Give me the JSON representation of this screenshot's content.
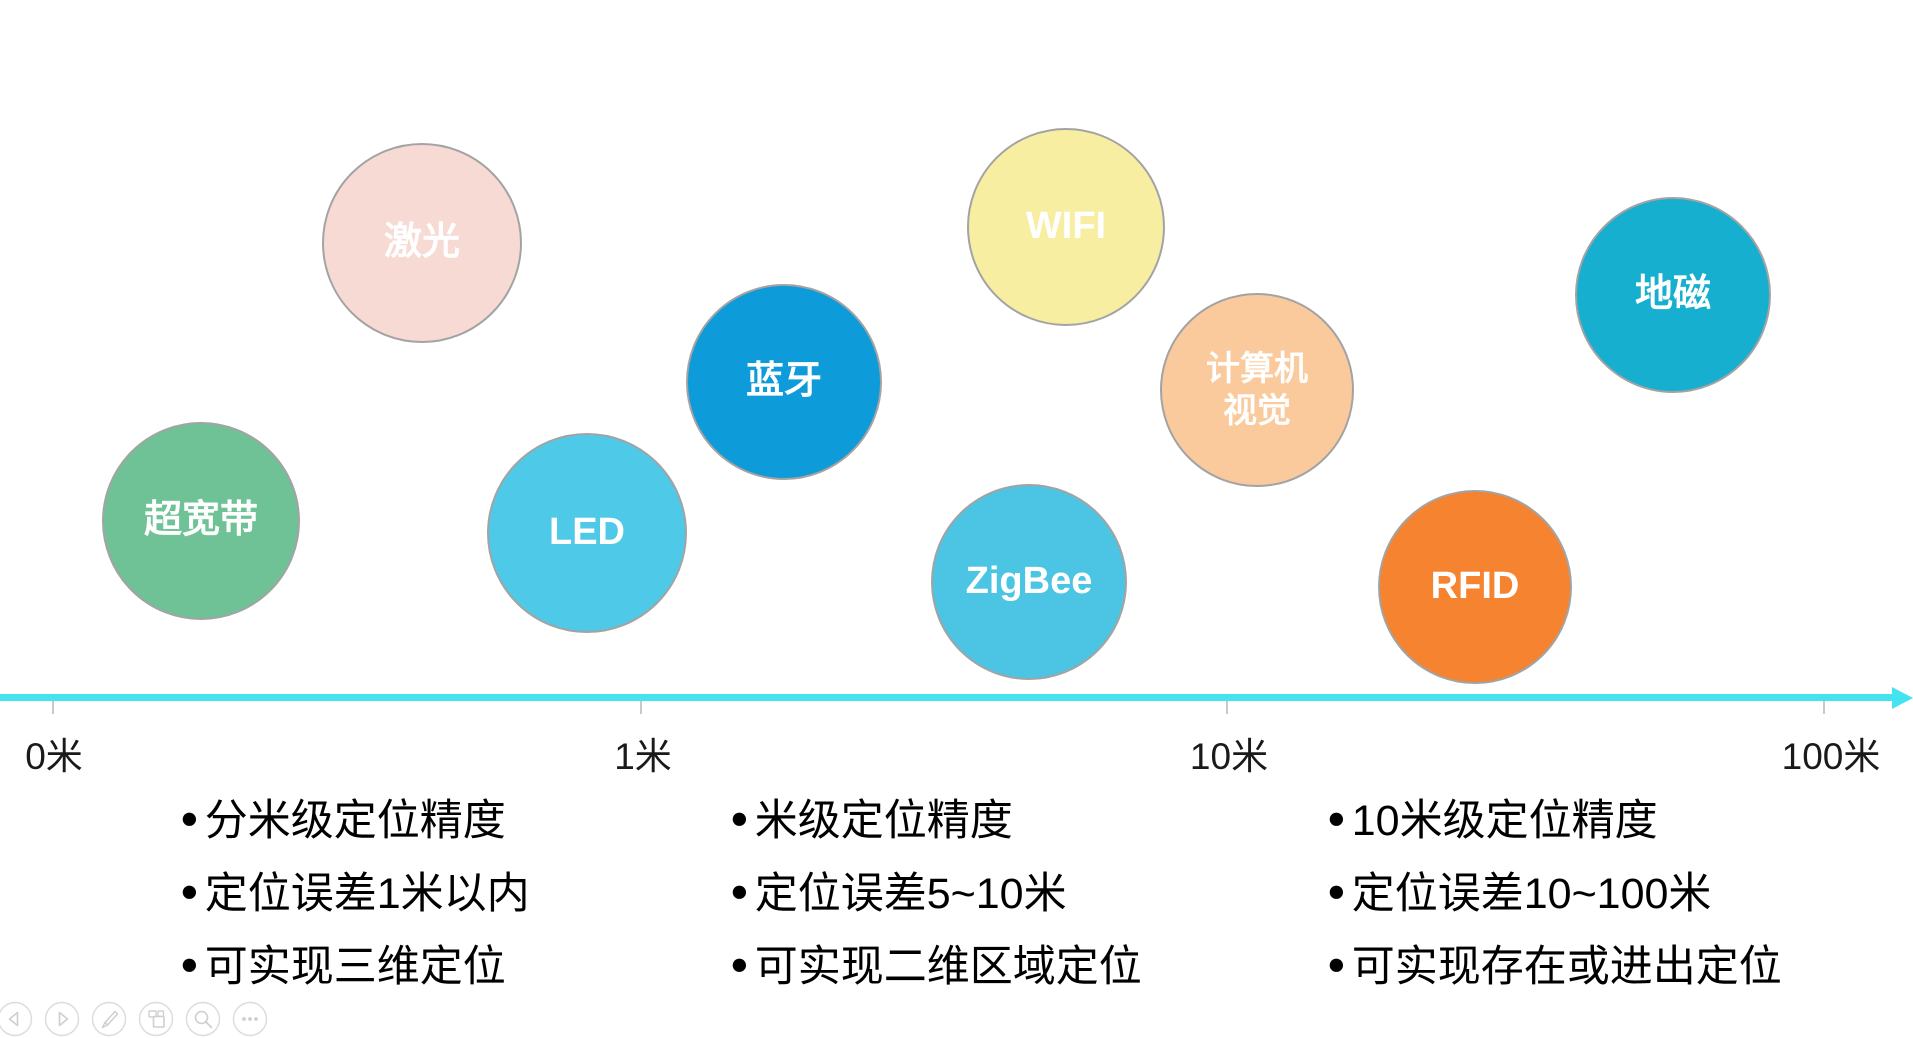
{
  "bubbles": [
    {
      "name": "laser",
      "label": "激光",
      "fill": "#F8DAD5",
      "border": "#A3A3A3",
      "text_color": "#FFFFFF"
    },
    {
      "name": "uwb",
      "label": "超宽带",
      "fill": "#6FC295",
      "border": "#A3A3A3",
      "text_color": "#FFFFFF"
    },
    {
      "name": "led",
      "label": "LED",
      "fill": "#4FC9E8",
      "border": "#A3A3A3",
      "text_color": "#FFFFFF"
    },
    {
      "name": "bluetooth",
      "label": "蓝牙",
      "fill": "#0D9BD9",
      "border": "#A3A3A3",
      "text_color": "#FFFFFF"
    },
    {
      "name": "wifi",
      "label": "WIFI",
      "fill": "#F8EEA2",
      "border": "#A3A3A3",
      "text_color": "#FFFFFF"
    },
    {
      "name": "zigbee",
      "label": "ZigBee",
      "fill": "#4CC4E4",
      "border": "#A3A3A3",
      "text_color": "#FFFFFF"
    },
    {
      "name": "computer-vision",
      "label": "计算机\n视觉",
      "fill": "#FACA9D",
      "border": "#A3A3A3",
      "text_color": "#FFFFFF"
    },
    {
      "name": "rfid",
      "label": "RFID",
      "fill": "#F5832F",
      "border": "#A3A3A3",
      "text_color": "#FFFFFF"
    },
    {
      "name": "geomagnetic",
      "label": "地磁",
      "fill": "#16AFD0",
      "border": "#A3A3A3",
      "text_color": "#FFFFFF"
    }
  ],
  "axis": {
    "color": "#45E2F0",
    "tick_color": "#C9C9C9",
    "label_color": "#1A1A1A",
    "ticks": [
      {
        "label": "0米"
      },
      {
        "label": "1米"
      },
      {
        "label": "10米"
      },
      {
        "label": "100米"
      }
    ]
  },
  "notes": {
    "bullet": "●",
    "text_color": "#000000",
    "columns": [
      {
        "name": "decimeter-level",
        "items": [
          "分米级定位精度",
          "定位误差1米以内",
          "可实现三维定位"
        ]
      },
      {
        "name": "meter-level",
        "items": [
          "米级定位精度",
          "定位误差5~10米",
          "可实现二维区域定位"
        ]
      },
      {
        "name": "ten-meter-level",
        "items": [
          "10米级定位精度",
          "定位误差10~100米",
          "可实现存在或进出定位"
        ]
      }
    ]
  },
  "toolbar": {
    "buttons": [
      "previous-slide",
      "next-slide",
      "pen-annotate",
      "slide-thumbnails",
      "zoom-magnifier",
      "more-options"
    ]
  }
}
